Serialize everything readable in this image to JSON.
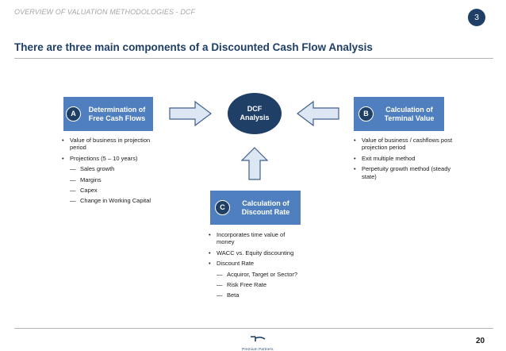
{
  "header": {
    "section_label": "OVERVIEW OF VALUATION METHODOLOGIES - DCF",
    "section_number": "3"
  },
  "title": "There are three main components of a Discounted Cash Flow Analysis",
  "center": {
    "line1": "DCF",
    "line2": "Analysis"
  },
  "components": {
    "a": {
      "badge": "A",
      "line1": "Determination of",
      "line2": "Free Cash Flows",
      "bullets": [
        "Value of business in projection period",
        "Projections (5 – 10 years)"
      ],
      "sub_bullets": [
        "Sales growth",
        "Margins",
        "Capex",
        "Change in Working Capital"
      ]
    },
    "b": {
      "badge": "B",
      "line1": "Calculation of",
      "line2": "Terminal Value",
      "bullets": [
        "Value of business / cashflows post projection period",
        "Exit multiple method",
        "Perpetuity growth method (steady state)"
      ]
    },
    "c": {
      "badge": "C",
      "line1": "Calculation of",
      "line2": "Discount Rate",
      "bullets": [
        "Incorporates time value of money",
        "WACC vs. Equity discounting",
        "Discount Rate"
      ],
      "sub_bullets": [
        "Acquiror, Target or Sector?",
        "Risk Free Rate",
        "Beta"
      ]
    }
  },
  "footer": {
    "logo_text": "Premium Partners",
    "page_number": "20"
  },
  "colors": {
    "navy": "#1f3f66",
    "box_blue": "#4f7fbf",
    "arrow_fill": "#dde7f3",
    "arrow_stroke": "#3f5f8f"
  }
}
